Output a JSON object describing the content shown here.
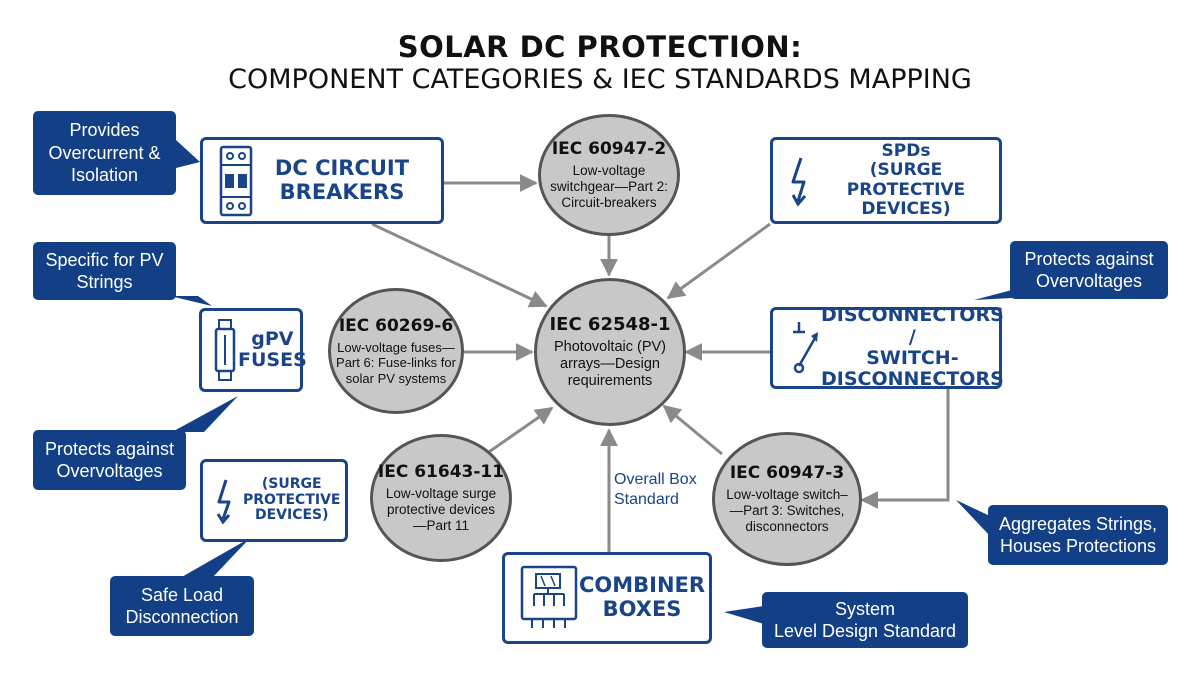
{
  "title": "SOLAR DC PROTECTION:",
  "subtitle": "COMPONENT CATEGORIES & IEC STANDARDS MAPPING",
  "components": {
    "dc_circuit_breakers": "DC CIRCUIT\nBREAKERS",
    "spds": "SPDs\n(SURGE PROTECTIVE\nDEVICES)",
    "gpv_fuses": "gPV\nFUSES",
    "disconnectors": "DISCONNECTORS /\nSWITCH-\nDISCONNECTORS",
    "surge_devices": "(SURGE\nPROTECTIVE\nDEVICES)",
    "combiner_boxes": "COMBINER\nBOXES"
  },
  "standards": {
    "iec_60947_2": {
      "code": "IEC 60947-2",
      "desc": "Low-voltage\nswitchgear—Part 2:\nCircuit-breakers"
    },
    "iec_60269_6": {
      "code": "IEC 60269-6",
      "desc": "Low-voltage fuses—\nPart 6: Fuse-links for\nsolar PV systems"
    },
    "iec_62548_1": {
      "code": "IEC 62548-1",
      "desc": "Photovoltaic (PV)\narrays—Design\nrequirements"
    },
    "iec_61643_11": {
      "code": "IEC 61643-11",
      "desc": "Low-voltage surge\nprotective devices\n—Part 11"
    },
    "iec_60947_3": {
      "code": "IEC 60947-3",
      "desc": "Low-voltage switch–\n—Part 3: Switches,\ndisconnectors"
    }
  },
  "callouts": {
    "overcurrent": "Provides\nOvercurrent &\nIsolation",
    "pv_strings": "Specific for PV\nStrings",
    "overvoltages_left": "Protects against\nOvervoltages",
    "safe_load": "Safe Load\nDisconnection",
    "overvoltages_right": "Protects against\nOvervoltages",
    "aggregates": "Aggregates Strings,\nHouses Protections",
    "system_level": "System\nLevel Design Standard"
  },
  "annotations": {
    "overall_box": "Overall Box\nStandard"
  },
  "colors": {
    "brand_blue": "#123f85",
    "circle_fill": "#c8c8c8",
    "arrow_gray": "#8a8a8a"
  }
}
